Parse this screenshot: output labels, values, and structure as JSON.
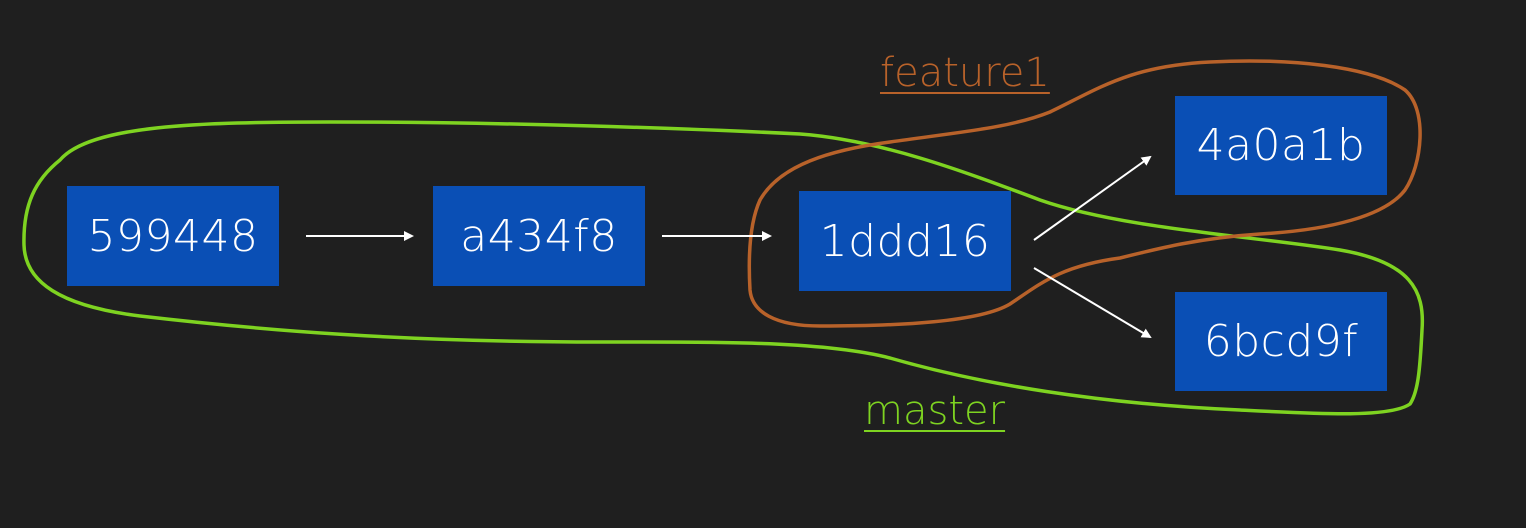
{
  "colors": {
    "background": "#1f1f1f",
    "commit_fill": "#0a4fb5",
    "commit_text": "#ffffff",
    "arrow": "#ffffff",
    "master_outline": "#7ed321",
    "feature1_outline": "#b8622a"
  },
  "commits": [
    {
      "id": "599448"
    },
    {
      "id": "a434f8"
    },
    {
      "id": "1ddd16"
    },
    {
      "id": "4a0a1b"
    },
    {
      "id": "6bcd9f"
    }
  ],
  "edges": [
    {
      "from": "599448",
      "to": "a434f8"
    },
    {
      "from": "a434f8",
      "to": "1ddd16"
    },
    {
      "from": "1ddd16",
      "to": "4a0a1b"
    },
    {
      "from": "1ddd16",
      "to": "6bcd9f"
    }
  ],
  "branches": {
    "feature1": {
      "label": "feature1",
      "commits": [
        "1ddd16",
        "4a0a1b"
      ]
    },
    "master": {
      "label": "master",
      "commits": [
        "599448",
        "a434f8",
        "1ddd16",
        "6bcd9f"
      ]
    }
  }
}
